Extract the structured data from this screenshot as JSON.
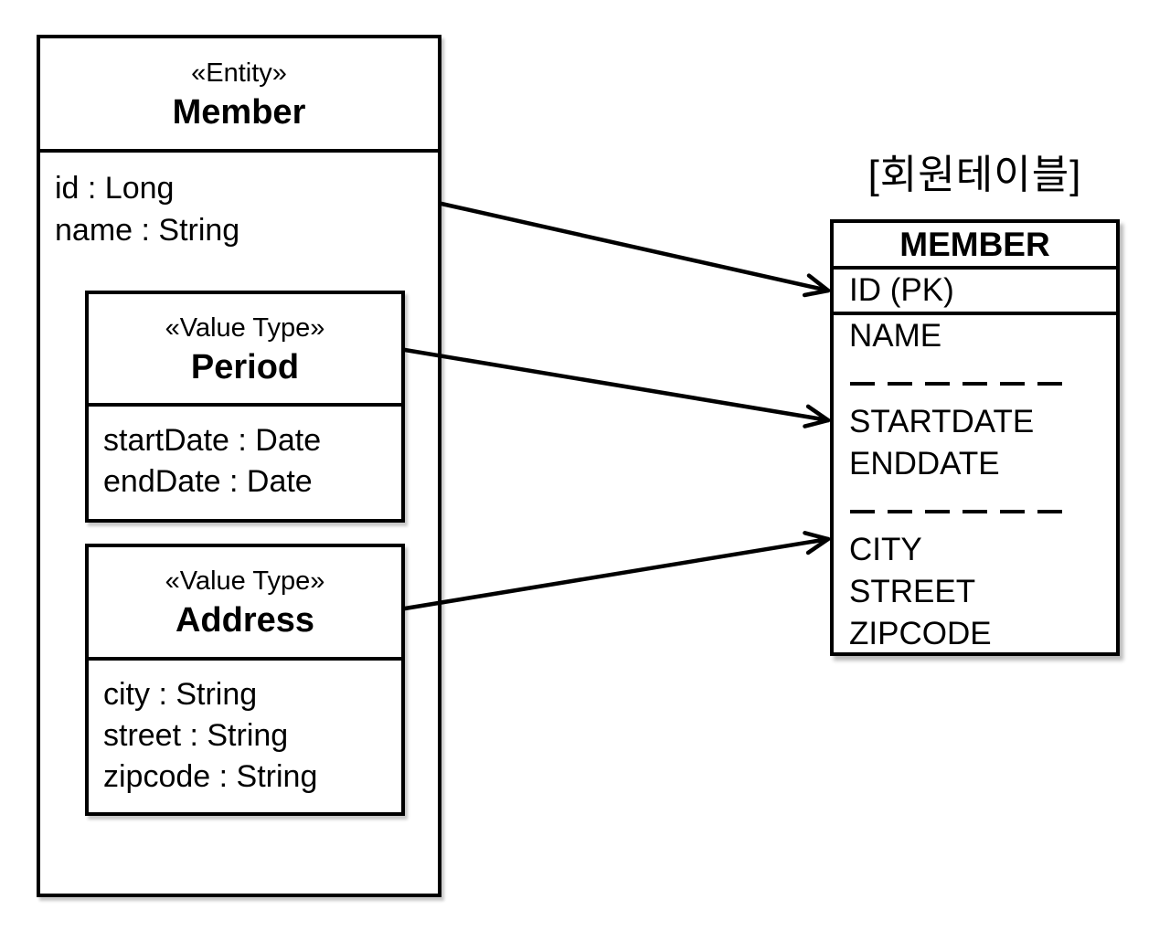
{
  "diagram": {
    "entity": {
      "stereotype": "«Entity»",
      "name": "Member",
      "attributes": [
        "id : Long",
        "name : String"
      ],
      "value_types": [
        {
          "stereotype": "«Value Type»",
          "name": "Period",
          "attributes": [
            "startDate : Date",
            "endDate : Date"
          ]
        },
        {
          "stereotype": "«Value Type»",
          "name": "Address",
          "attributes": [
            "city : String",
            "street : String",
            "zipcode : String"
          ]
        }
      ]
    },
    "table": {
      "caption": "[회원테이블]",
      "header": "MEMBER",
      "rows": [
        "ID (PK)",
        "NAME",
        "STARTDATE",
        "ENDDATE",
        "CITY",
        "STREET",
        "ZIPCODE"
      ]
    },
    "arrows": [
      {
        "from": "Member",
        "to": "ID (PK)"
      },
      {
        "from": "Period",
        "to": "STARTDATE / ENDDATE"
      },
      {
        "from": "Address",
        "to": "CITY / STREET / ZIPCODE"
      }
    ],
    "colors": {
      "line": "#000000",
      "background": "#ffffff"
    }
  }
}
